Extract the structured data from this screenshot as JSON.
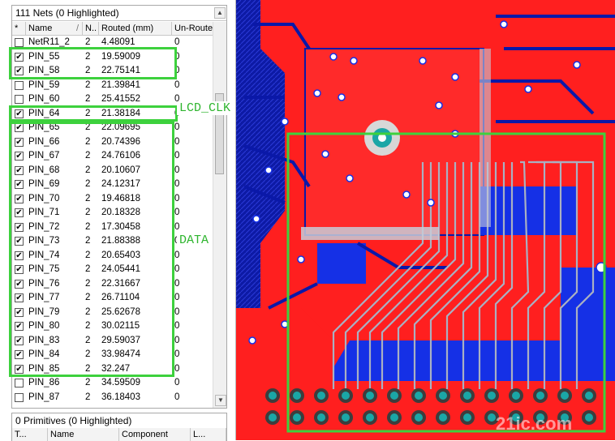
{
  "net_panel": {
    "title": "111 Nets (0 Highlighted)",
    "columns": [
      "*",
      "Name",
      "N..",
      "Routed (mm)",
      "Un-Route..."
    ],
    "rows": [
      {
        "checked": false,
        "name": "NetR11_2",
        "n": "2",
        "routed": "4.48091",
        "unrouted": "0"
      },
      {
        "checked": true,
        "name": "PIN_55",
        "n": "2",
        "routed": "19.59009",
        "unrouted": "0"
      },
      {
        "checked": true,
        "name": "PIN_58",
        "n": "2",
        "routed": "22.75141",
        "unrouted": "0"
      },
      {
        "checked": false,
        "name": "PIN_59",
        "n": "2",
        "routed": "21.39841",
        "unrouted": "0"
      },
      {
        "checked": false,
        "name": "PIN_60",
        "n": "2",
        "routed": "25.41552",
        "unrouted": "0"
      },
      {
        "checked": true,
        "name": "PIN_64",
        "n": "2",
        "routed": "21.38184",
        "unrouted": "0"
      },
      {
        "checked": true,
        "name": "PIN_65",
        "n": "2",
        "routed": "22.09695",
        "unrouted": "0"
      },
      {
        "checked": true,
        "name": "PIN_66",
        "n": "2",
        "routed": "20.74396",
        "unrouted": "0"
      },
      {
        "checked": true,
        "name": "PIN_67",
        "n": "2",
        "routed": "24.76106",
        "unrouted": "0"
      },
      {
        "checked": true,
        "name": "PIN_68",
        "n": "2",
        "routed": "20.10607",
        "unrouted": "0"
      },
      {
        "checked": true,
        "name": "PIN_69",
        "n": "2",
        "routed": "24.12317",
        "unrouted": "0"
      },
      {
        "checked": true,
        "name": "PIN_70",
        "n": "2",
        "routed": "19.46818",
        "unrouted": "0"
      },
      {
        "checked": true,
        "name": "PIN_71",
        "n": "2",
        "routed": "20.18328",
        "unrouted": "0"
      },
      {
        "checked": true,
        "name": "PIN_72",
        "n": "2",
        "routed": "17.30458",
        "unrouted": "0"
      },
      {
        "checked": true,
        "name": "PIN_73",
        "n": "2",
        "routed": "21.88388",
        "unrouted": "0"
      },
      {
        "checked": true,
        "name": "PIN_74",
        "n": "2",
        "routed": "20.65403",
        "unrouted": "0"
      },
      {
        "checked": true,
        "name": "PIN_75",
        "n": "2",
        "routed": "24.05441",
        "unrouted": "0"
      },
      {
        "checked": true,
        "name": "PIN_76",
        "n": "2",
        "routed": "22.31667",
        "unrouted": "0"
      },
      {
        "checked": true,
        "name": "PIN_77",
        "n": "2",
        "routed": "26.71104",
        "unrouted": "0"
      },
      {
        "checked": true,
        "name": "PIN_79",
        "n": "2",
        "routed": "25.62678",
        "unrouted": "0"
      },
      {
        "checked": true,
        "name": "PIN_80",
        "n": "2",
        "routed": "30.02115",
        "unrouted": "0"
      },
      {
        "checked": true,
        "name": "PIN_83",
        "n": "2",
        "routed": "29.59037",
        "unrouted": "0"
      },
      {
        "checked": true,
        "name": "PIN_84",
        "n": "2",
        "routed": "33.98474",
        "unrouted": "0"
      },
      {
        "checked": true,
        "name": "PIN_85",
        "n": "2",
        "routed": "32.247",
        "unrouted": "0"
      },
      {
        "checked": false,
        "name": "PIN_86",
        "n": "2",
        "routed": "34.59509",
        "unrouted": "0"
      },
      {
        "checked": false,
        "name": "PIN_87",
        "n": "2",
        "routed": "36.18403",
        "unrouted": "0"
      }
    ]
  },
  "prim_panel": {
    "title": "0 Primitives (0 Highlighted)",
    "columns": [
      "T...",
      "Name",
      "Component",
      "L..."
    ]
  },
  "annotations": {
    "lcd_clk": "LCD_CLK",
    "data": "DATA"
  },
  "watermark": "21ic.com",
  "colors": {
    "board_red": "#ff1f1f",
    "board_blue": "#1530e6",
    "board_dark_blue": "#0a18a8",
    "trace_gray": "#a9b0c2",
    "pad_teal": "#1aa6a6",
    "highlight_green": "#3dd13d"
  }
}
